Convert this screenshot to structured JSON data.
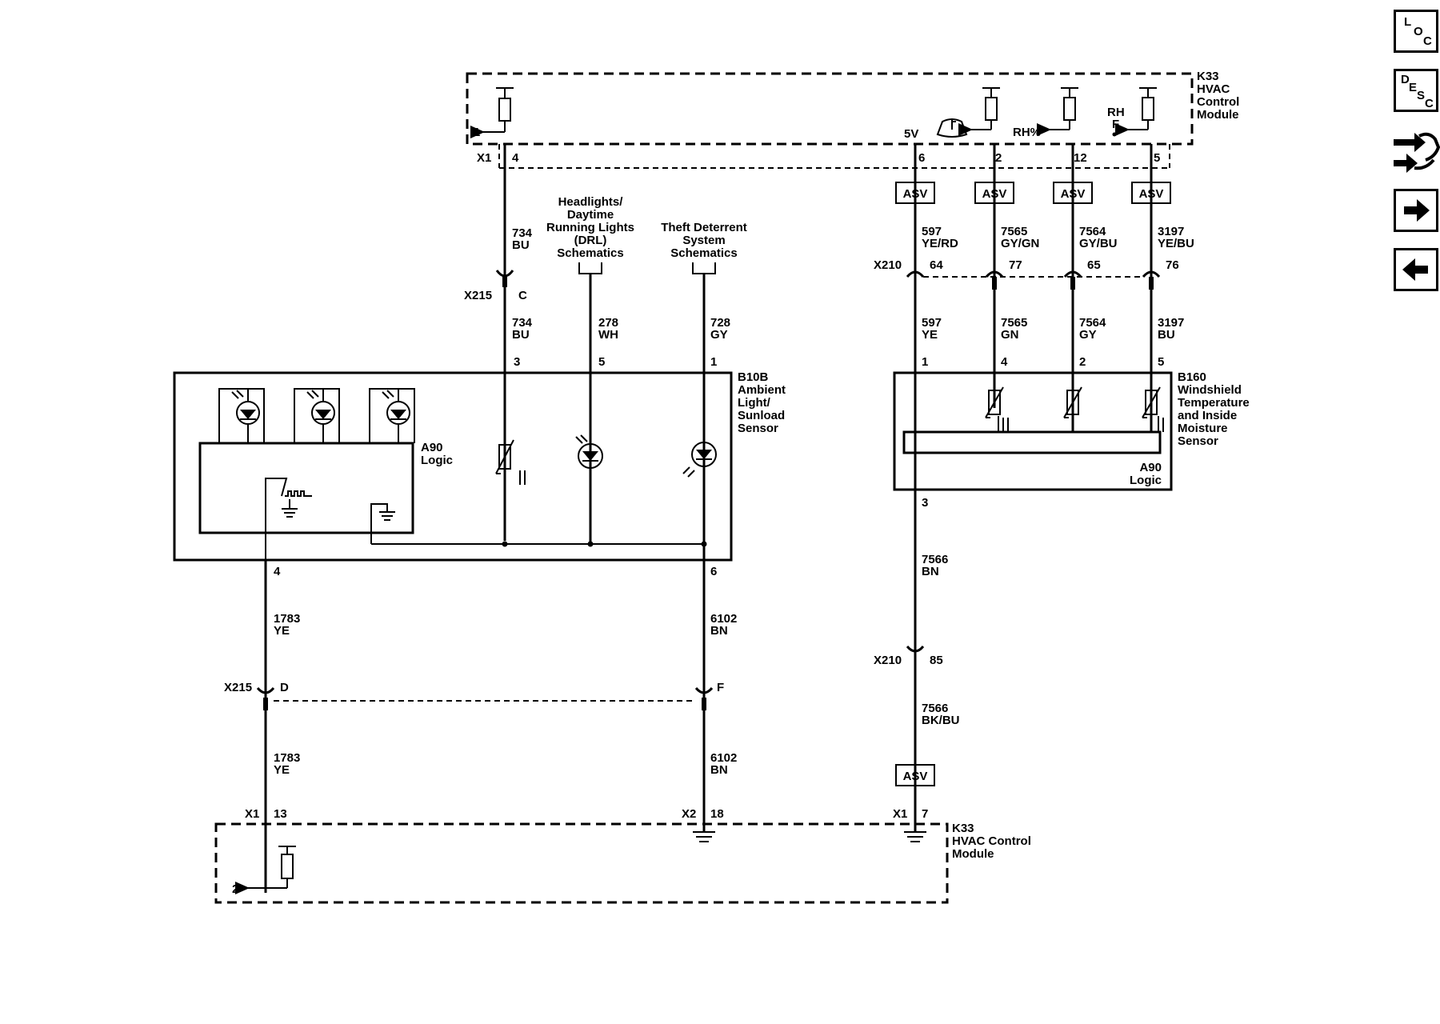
{
  "nav": {
    "loc": {
      "l": "L",
      "o": "O",
      "c": "C"
    },
    "desc": {
      "d": "D",
      "e": "E",
      "s": "S",
      "c": "C"
    },
    "connector_icon": "connector-end-view-icon",
    "next_icon": "arrow-right-icon",
    "prev_icon": "arrow-left-icon"
  },
  "k33_top": {
    "name_lines": [
      "K33",
      "HVAC",
      "Control",
      "Module"
    ],
    "pin1": "1",
    "x1": "X1",
    "pin4": "4",
    "v5": "5V",
    "pin6": "6",
    "pin2": "2",
    "rh_pct": "RH%",
    "pin12": "12",
    "rh_lines": [
      "RH",
      "F"
    ],
    "pin5": "5"
  },
  "asv": [
    "ASV",
    "ASV",
    "ASV",
    "ASV",
    "ASV"
  ],
  "wires_top": {
    "w734a": [
      "734",
      "BU"
    ],
    "w597a": [
      "597",
      "YE/RD"
    ],
    "w7565a": [
      "7565",
      "GY/GN"
    ],
    "w7564a": [
      "7564",
      "GY/BU"
    ],
    "w3197a": [
      "3197",
      "YE/BU"
    ]
  },
  "refs": {
    "headlights": [
      "Headlights/",
      "Daytime",
      "Running Lights",
      "(DRL)",
      "Schematics"
    ],
    "theft": [
      "Theft Deterrent",
      "System",
      "Schematics"
    ]
  },
  "x210_top": {
    "name": "X210",
    "p64": "64",
    "p77": "77",
    "p65": "65",
    "p76": "76"
  },
  "x215_c": {
    "name": "X215",
    "pin": "C"
  },
  "wires_mid": {
    "w734b": [
      "734",
      "BU"
    ],
    "w278": [
      "278",
      "WH"
    ],
    "w728": [
      "728",
      "GY"
    ],
    "w597b": [
      "597",
      "YE"
    ],
    "w7565b": [
      "7565",
      "GN"
    ],
    "w7564b": [
      "7564",
      "GY"
    ],
    "w3197b": [
      "3197",
      "BU"
    ]
  },
  "b10b": {
    "name_lines": [
      "B10B",
      "Ambient",
      "Light/",
      "Sunload",
      "Sensor"
    ],
    "pin3": "3",
    "pin5": "5",
    "pin1": "1",
    "pin4": "4",
    "pin6": "6",
    "logic_lines": [
      "A90",
      "Logic"
    ]
  },
  "b160": {
    "name_lines": [
      "B160",
      "Windshield",
      "Temperature",
      "and Inside",
      "Moisture",
      "Sensor"
    ],
    "pin1": "1",
    "pin4": "4",
    "pin2": "2",
    "pin5": "5",
    "pin3": "3",
    "logic_lines": [
      "A90",
      "Logic"
    ]
  },
  "wires_low": {
    "w1783a": [
      "1783",
      "YE"
    ],
    "w6102a": [
      "6102",
      "BN"
    ],
    "w7566a": [
      "7566",
      "BN"
    ],
    "w7566b": [
      "7566",
      "BK/BU"
    ],
    "w1783b": [
      "1783",
      "YE"
    ],
    "w6102b": [
      "6102",
      "BN"
    ]
  },
  "x210_bot": {
    "name": "X210",
    "pin": "85"
  },
  "x215_df": {
    "name": "X215",
    "pinD": "D",
    "pinF": "F"
  },
  "k33_bot": {
    "x1a": "X1",
    "p13": "13",
    "x2": "X2",
    "p18": "18",
    "x1b": "X1",
    "p7": "7",
    "pin2": "2",
    "name_lines": [
      "K33",
      "HVAC Control",
      "Module"
    ]
  }
}
